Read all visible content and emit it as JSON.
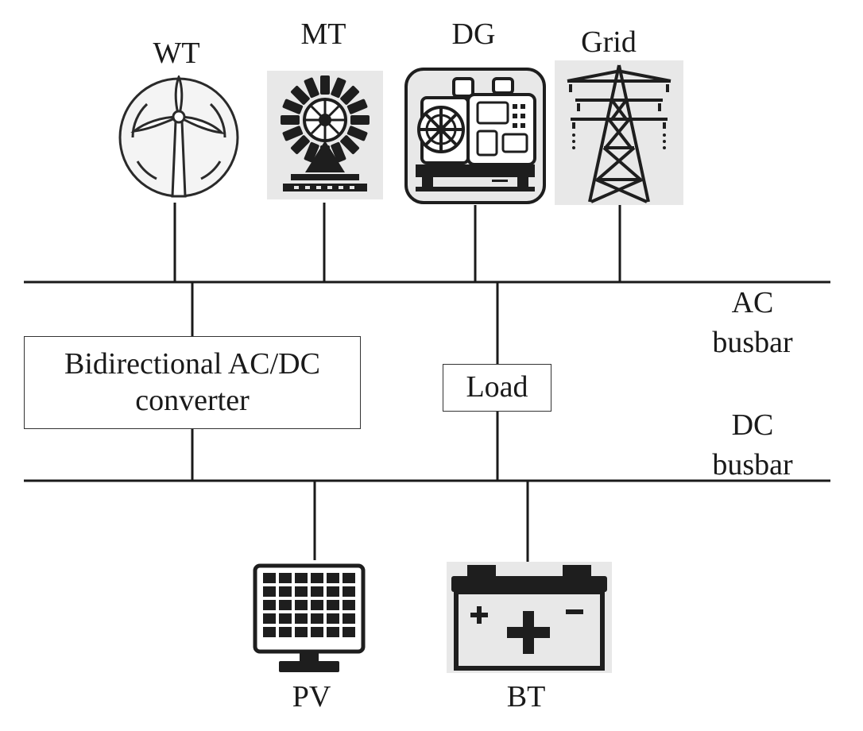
{
  "sources": {
    "wt": {
      "label": "WT",
      "icon": "wind-turbine-icon"
    },
    "mt": {
      "label": "MT",
      "icon": "micro-turbine-icon"
    },
    "dg": {
      "label": "DG",
      "icon": "diesel-generator-icon"
    },
    "grid": {
      "label": "Grid",
      "icon": "transmission-tower-icon"
    }
  },
  "storage": {
    "pv": {
      "label": "PV",
      "icon": "solar-panel-icon"
    },
    "bt": {
      "label": "BT",
      "icon": "battery-icon"
    }
  },
  "busbars": {
    "ac": {
      "line1": "AC",
      "line2": "busbar"
    },
    "dc": {
      "line1": "DC",
      "line2": "busbar"
    }
  },
  "converter": {
    "line1": "Bidirectional AC/DC",
    "line2": "converter"
  },
  "load": {
    "label": "Load"
  },
  "colors": {
    "line": "#1a1a1a",
    "icon_bg": "#e8e8e8",
    "icon_stroke": "#2a2a2a"
  }
}
